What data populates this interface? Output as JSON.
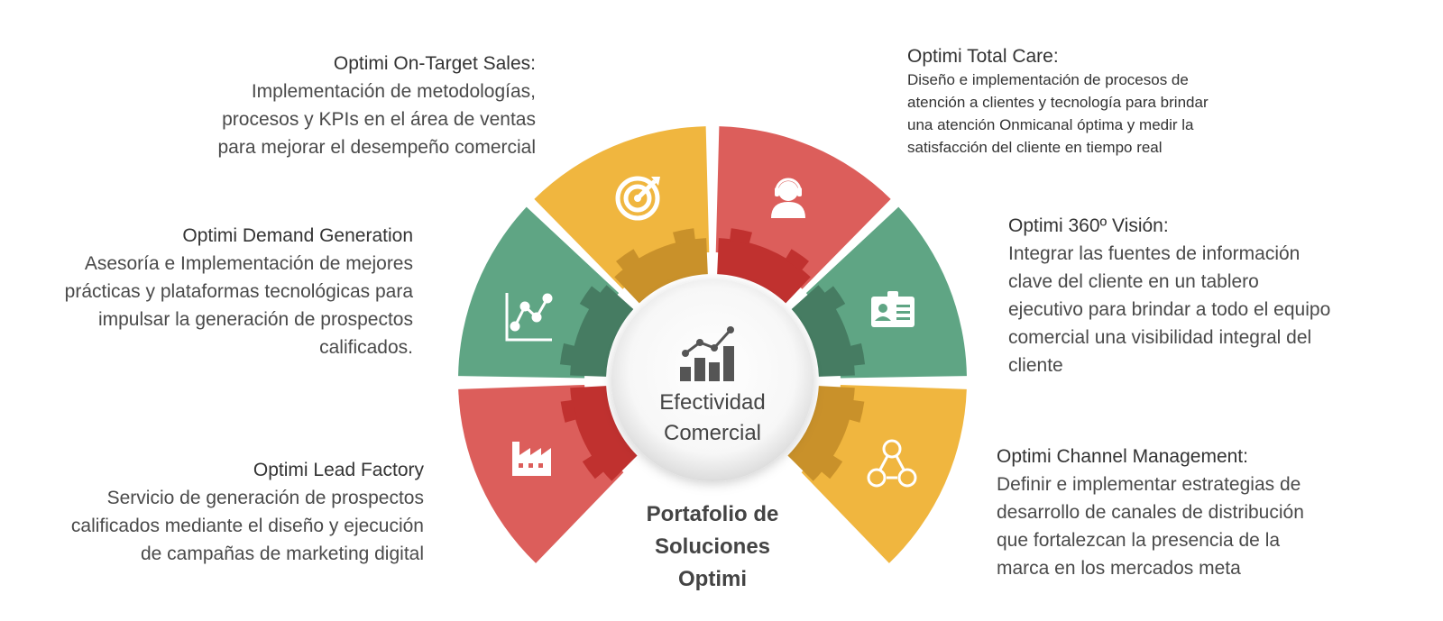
{
  "colors": {
    "yellow": "#F0B63F",
    "yellow_dark": "#C9912A",
    "red": "#DC5E5B",
    "red_dark": "#C0312F",
    "green": "#5FA584",
    "green_dark": "#467C62",
    "text": "#4A4A4A"
  },
  "center": {
    "line1": "Efectividad",
    "line2": "Comercial"
  },
  "portfolio": {
    "line1": "Portafolio de",
    "line2": "Soluciones",
    "line3": "Optimi"
  },
  "segments": [
    {
      "key": "on_target_sales",
      "title": "Optimi On-Target Sales:",
      "body": "Implementación de metodologías,\nprocesos y KPIs en el área de ventas\npara mejorar el desempeño comercial",
      "icon": "target-icon",
      "color": "yellow"
    },
    {
      "key": "total_care",
      "title": "Optimi Total Care:",
      "body": "Diseño e implementación de procesos de\natención a clientes y tecnología para brindar\nuna atención Onmicanal óptima y medir la\nsatisfacción del cliente en tiempo real",
      "icon": "headset-agent-icon",
      "color": "red"
    },
    {
      "key": "demand_generation",
      "title": "Optimi Demand Generation",
      "body": "Asesoría e Implementación de mejores\nprácticas y plataformas tecnológicas para\nimpulsar la generación de prospectos\ncalificados.",
      "icon": "line-chart-icon",
      "color": "green"
    },
    {
      "key": "vision_360",
      "title": "Optimi 360º Visión:",
      "body": "Integrar las fuentes de información\nclave del cliente en un tablero\nejecutivo para brindar a todo el equipo\ncomercial una visibilidad integral del\ncliente",
      "icon": "id-card-icon",
      "color": "green"
    },
    {
      "key": "lead_factory",
      "title": "Optimi Lead Factory",
      "body": "Servicio de generación de prospectos\ncalificados mediante  el diseño y ejecución\nde campañas de marketing digital",
      "icon": "factory-icon",
      "color": "red"
    },
    {
      "key": "channel_management",
      "title": "Optimi Channel Management:",
      "body": "Definir e implementar estrategias de\ndesarrollo de canales de distribución\nque fortalezcan la presencia de la\nmarca en los mercados meta",
      "icon": "network-people-icon",
      "color": "yellow"
    }
  ]
}
